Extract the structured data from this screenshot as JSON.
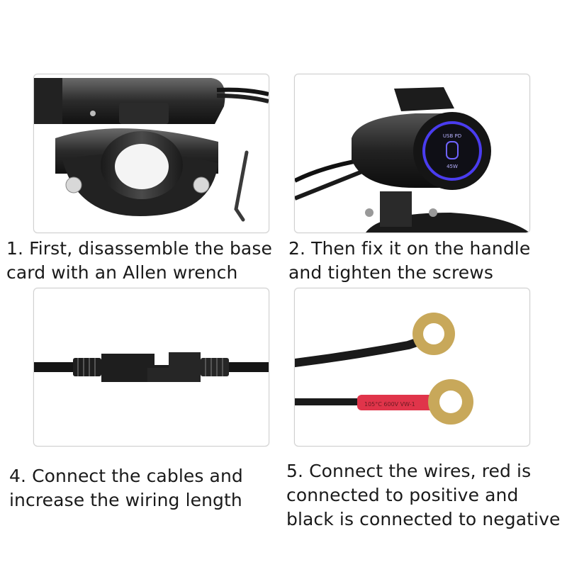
{
  "steps": [
    {
      "lines": [
        "1. First, disassemble the base",
        "card with an Allen wrench"
      ]
    },
    {
      "lines": [
        "2. Then fix it on the handle",
        "and tighten the screws"
      ]
    },
    {
      "lines": [
        "4. Connect the cables and",
        "increase the wiring length"
      ]
    },
    {
      "lines": [
        "5. Connect the wires, red is",
        "connected to positive and",
        "black is connected to negative"
      ]
    }
  ],
  "device": {
    "label_top": "USB PD",
    "label_bottom": "45W"
  },
  "wire_print": "105°C 600V VW-1",
  "colors": {
    "ring_led": "#4a3cf0",
    "wire_red": "#e0344a",
    "terminal_brass": "#c8a85a"
  }
}
